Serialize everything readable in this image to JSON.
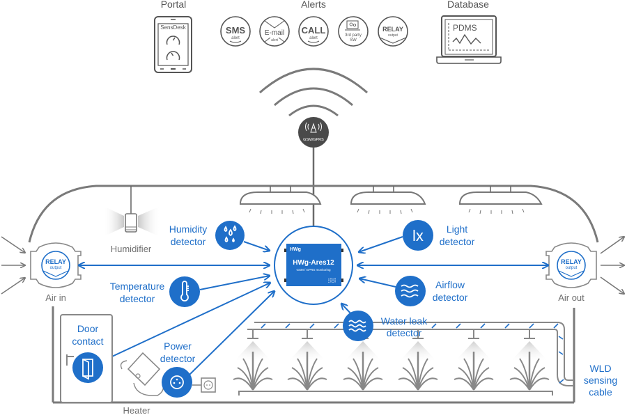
{
  "colors": {
    "accent_blue": "#1f6fc9",
    "line_gray": "#7a7a7a",
    "text_gray": "#555555",
    "dark_disc": "#4a4a4a"
  },
  "top": {
    "portal": {
      "label": "Portal",
      "app_name": "SensDesk"
    },
    "alerts": {
      "label": "Alerts",
      "items": [
        {
          "title": "SMS",
          "sub": "alert",
          "icon": "sms-alert-icon"
        },
        {
          "title": "E-mail",
          "sub": "alert",
          "icon": "email-alert-icon"
        },
        {
          "title": "CALL",
          "sub": "alert",
          "icon": "call-alert-icon"
        },
        {
          "title": "3rd party",
          "sub": "SW",
          "icon": "third-party-sw-icon"
        },
        {
          "title": "RELAY",
          "sub": "output",
          "icon": "relay-output-icon"
        }
      ]
    },
    "database": {
      "label": "Database",
      "screen_text": "PDMS"
    }
  },
  "gsm": {
    "label": "GSM/GPRS"
  },
  "device": {
    "brand": "HWg",
    "name": "HWg-Ares12",
    "subtitle": "GSM / GPRS monitoring"
  },
  "relays": {
    "air_in": {
      "title": "RELAY",
      "sub": "output",
      "label": "Air in"
    },
    "air_out": {
      "title": "RELAY",
      "sub": "output",
      "label": "Air out"
    }
  },
  "humidifier": {
    "label": "Humidifier"
  },
  "heater": {
    "label": "Heater"
  },
  "sensors": {
    "humidity": {
      "line1": "Humidity",
      "line2": "detector"
    },
    "temperature": {
      "line1": "Temperature",
      "line2": "detector"
    },
    "light": {
      "line1": "Light",
      "line2": "detector",
      "glyph": "lx"
    },
    "airflow": {
      "line1": "Airflow",
      "line2": "detector"
    },
    "water_leak": {
      "line1": "Water leak",
      "line2": "detector"
    },
    "door": {
      "line1": "Door",
      "line2": "contact"
    },
    "power": {
      "line1": "Power",
      "line2": "detector"
    },
    "wld": {
      "line1": "WLD",
      "line2": "sensing",
      "line3": "cable"
    }
  }
}
